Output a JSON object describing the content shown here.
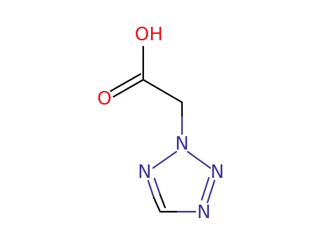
{
  "molecule": {
    "colors": {
      "bond": "#000000",
      "oxygen": "#e8131b",
      "nitrogen": "#3b3494",
      "background": "#ffffff"
    },
    "labels": {
      "hydroxyl": "OH",
      "carbonyl_oxygen": "O",
      "n1": "N",
      "n2": "N",
      "n3": "N",
      "n4": "N"
    }
  }
}
